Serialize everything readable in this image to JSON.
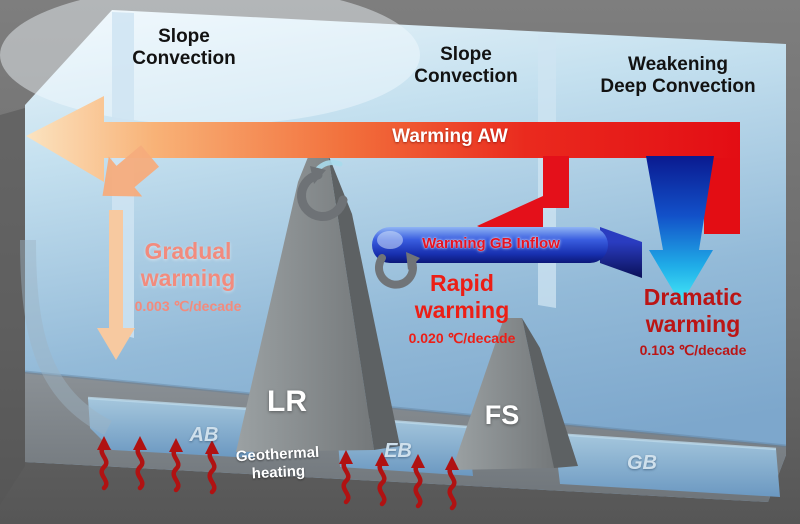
{
  "palette": {
    "wall_gray": "#6d6d6d",
    "sea_top": "#e8f4fa",
    "sea_bottom": "#7da7cc",
    "warm_arrow_start": "#fbe3c0",
    "warm_arrow_end": "#e30d14",
    "salmon_text": "#f28b7d",
    "rapid_red": "#ec1e16",
    "dramatic_red": "#bb1515",
    "inflow_blue_dark": "#0c1878",
    "convection_cyan": "#48ecf8",
    "geothermal_red": "#b01212"
  },
  "labels": {
    "slope_convection_left": "Slope\nConvection",
    "slope_convection_mid": "Slope\nConvection",
    "weakening_deep_convection": "Weakening\nDeep Convection",
    "warming_aw": "Warming AW",
    "warming_gb_inflow": "Warming GB Inflow",
    "geothermal": "Geothermal\nheating"
  },
  "regions": {
    "gradual": {
      "name": "Gradual\nwarming",
      "rate": "0.003 ℃/decade"
    },
    "rapid": {
      "name": "Rapid\nwarming",
      "rate": "0.020 ℃/decade"
    },
    "dramatic": {
      "name": "Dramatic\nwarming",
      "rate": "0.103 ℃/decade"
    }
  },
  "ridges": {
    "lr": "LR",
    "fs": "FS"
  },
  "basins": {
    "ab": "AB",
    "eb": "EB",
    "gb": "GB"
  }
}
